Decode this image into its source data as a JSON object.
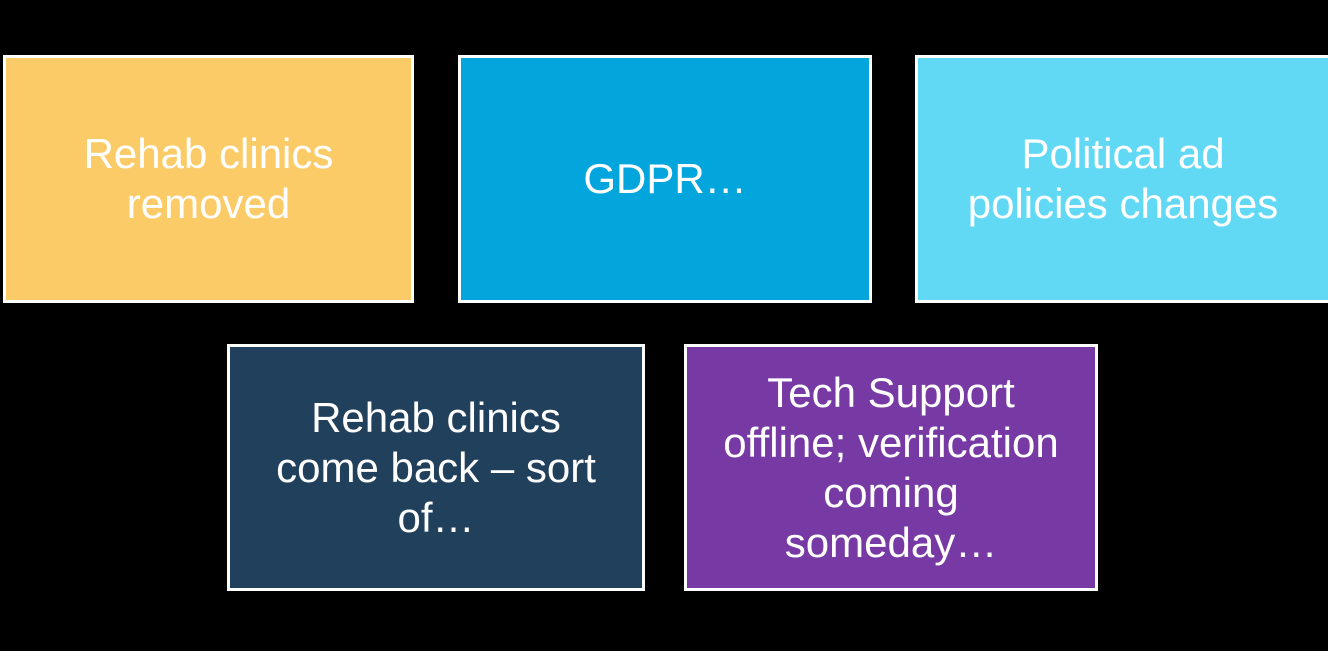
{
  "slide": {
    "background_color": "#000000",
    "border_color": "#FFFFFF",
    "text_color": "#FFFFFF",
    "rows": [
      {
        "name": "top-row",
        "boxes": [
          {
            "id": "rehab-removed",
            "label": "Rehab clinics\nremoved",
            "fill_color": "#FBCB68"
          },
          {
            "id": "gdpr",
            "label": "GDPR…",
            "fill_color": "#02A5DC"
          },
          {
            "id": "political-ad",
            "label": "Political ad\npolicies changes",
            "fill_color": "#61D9F5"
          }
        ]
      },
      {
        "name": "bottom-row",
        "boxes": [
          {
            "id": "rehab-back",
            "label": "Rehab clinics\ncome back – sort\nof…",
            "fill_color": "#21405C"
          },
          {
            "id": "tech-support",
            "label": "Tech Support\noffline; verification\ncoming\nsomeday…",
            "fill_color": "#7739A3"
          }
        ]
      }
    ]
  }
}
